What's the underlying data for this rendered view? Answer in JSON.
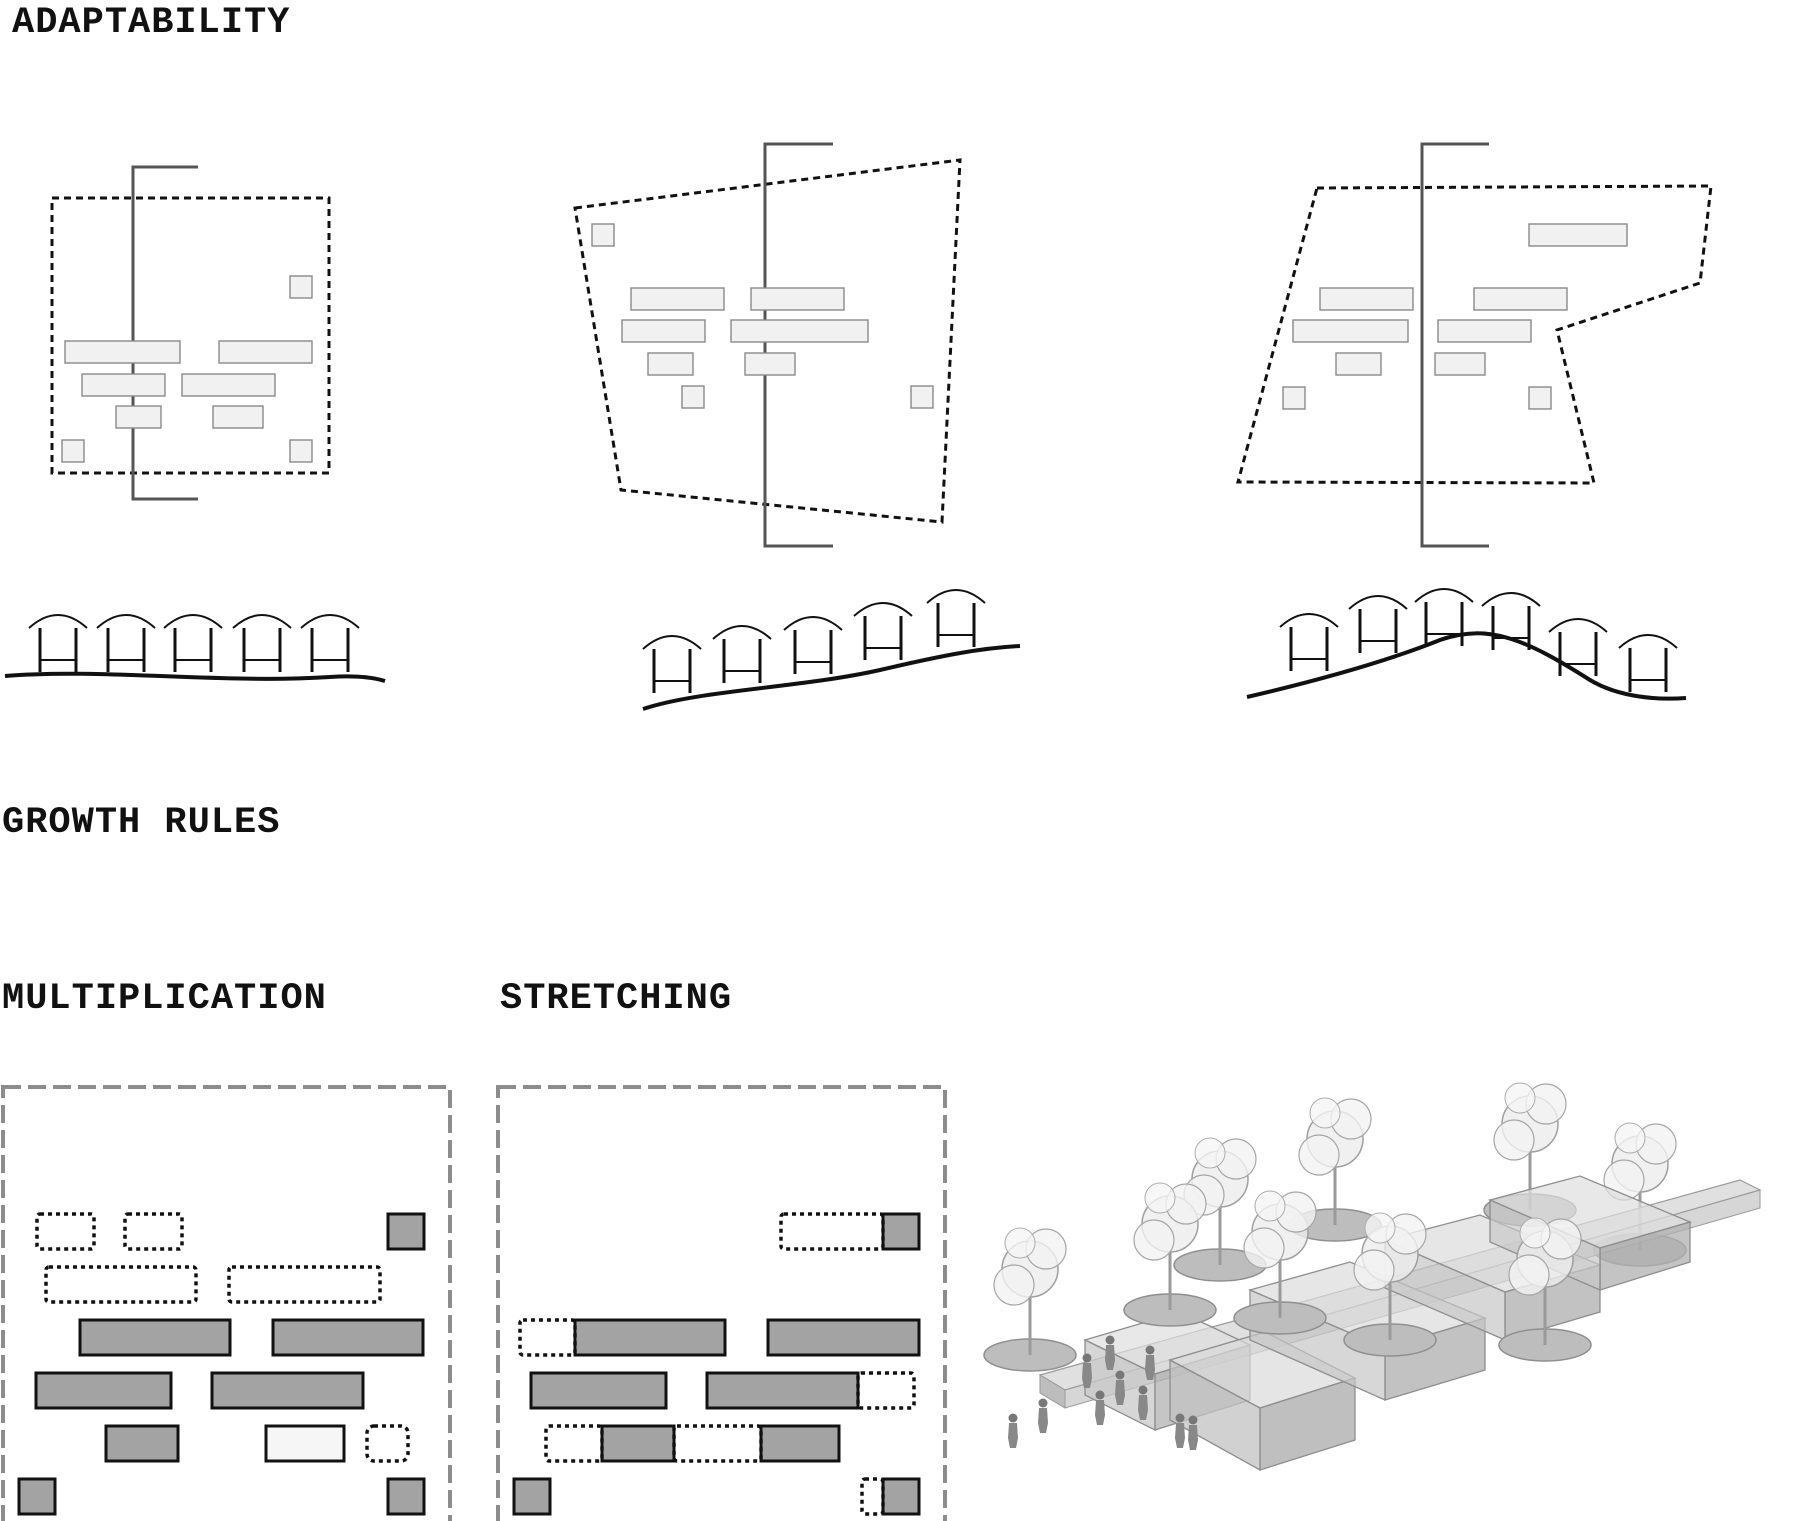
{
  "headings": {
    "adaptability": "ADAPTABILITY",
    "growth_rules": "GROWTH RULES",
    "multiplication": "MULTIPLICATION",
    "stretching": "STRETCHING"
  },
  "colors": {
    "line": "#111111",
    "axis": "#555555",
    "room_fill": "#f1f1f1",
    "room_stroke": "#8a8a8a",
    "block_fill": "#a3a3a3",
    "frame": "#8c8c8c",
    "glass": "#c9c9c9"
  },
  "adaptability": {
    "variants": [
      "square-site",
      "skewed-site",
      "irregular-site"
    ],
    "terrains": [
      "flat",
      "slope",
      "hill"
    ]
  },
  "multiplication": {
    "existing_blocks": 8,
    "new_blocks": 5,
    "light_blocks": 1
  },
  "stretching": {
    "existing_blocks": 9,
    "extensions": 6
  },
  "perspective": {
    "trees": 9,
    "people": 10
  }
}
